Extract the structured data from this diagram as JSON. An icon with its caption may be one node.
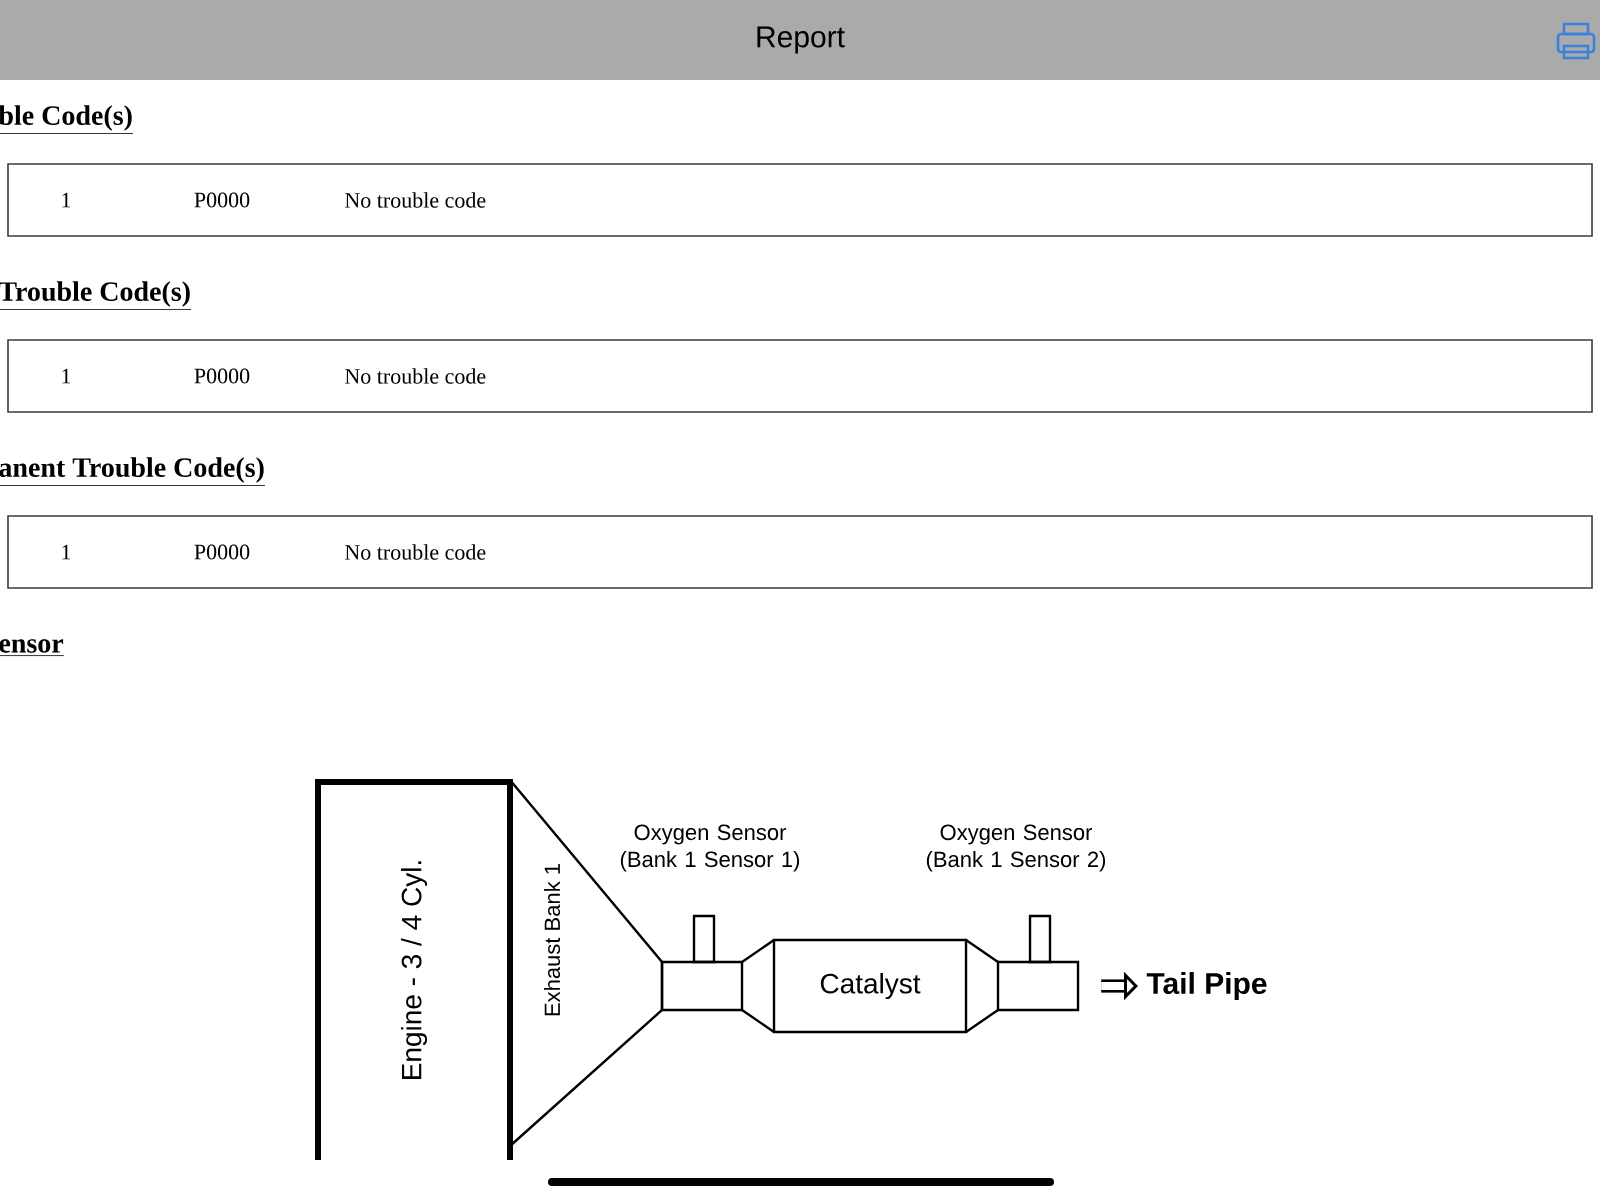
{
  "diagram": {
    "title": "Report",
    "nodes": [
      {
        "text": [
          "1",
          "P0000",
          "No trouble code"
        ]
      },
      {
        "text": [
          "1",
          "P0000",
          "No trouble code"
        ]
      },
      {
        "text": [
          "1",
          "P0000",
          "No trouble code"
        ]
      },
      {
        "text": [
          "Engine - 3 / 4 Cyl."
        ]
      },
      {
        "text": [
          "Exhaust Bank 1"
        ]
      },
      {
        "text": [],
        "shape": "box"
      },
      {
        "text": [
          "Catalyst"
        ]
      },
      {
        "text": [],
        "shape": "box"
      },
      {
        "text": [
          "Tail Pipe"
        ]
      }
    ],
    "edges": [
      {
        "from": 7,
        "to": 8,
        "arrow": "to"
      }
    ],
    "labels": [
      "ble Code(s)",
      "Trouble Code(s)",
      "anent Trouble Code(s)",
      "ensor",
      "Oxygen Sensor (Bank 1 Sensor 1)",
      "Oxygen Sensor (Bank 1 Sensor 2)"
    ]
  }
}
